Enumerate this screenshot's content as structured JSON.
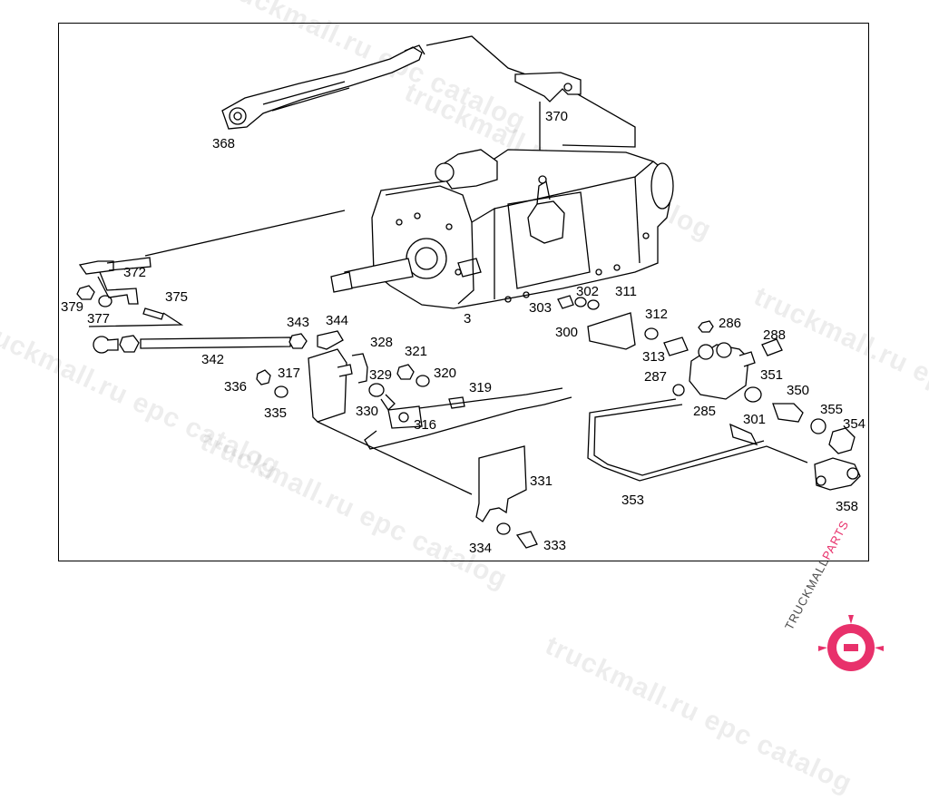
{
  "watermark": "truckmall.ru epc catalog",
  "brand": {
    "primary": "TRUCKMALL",
    "secondary": "PARTS",
    "accent_color": "#e8316b",
    "text_color": "#4a4a4a"
  },
  "labels": [
    "368",
    "370",
    "372",
    "379",
    "377",
    "375",
    "3",
    "303",
    "302",
    "311",
    "300",
    "312",
    "286",
    "343",
    "344",
    "342",
    "328",
    "321",
    "288",
    "336",
    "317",
    "329",
    "320",
    "319",
    "335",
    "330",
    "316",
    "313",
    "287",
    "351",
    "350",
    "285",
    "301",
    "355",
    "354",
    "331",
    "353",
    "358",
    "334",
    "333"
  ]
}
